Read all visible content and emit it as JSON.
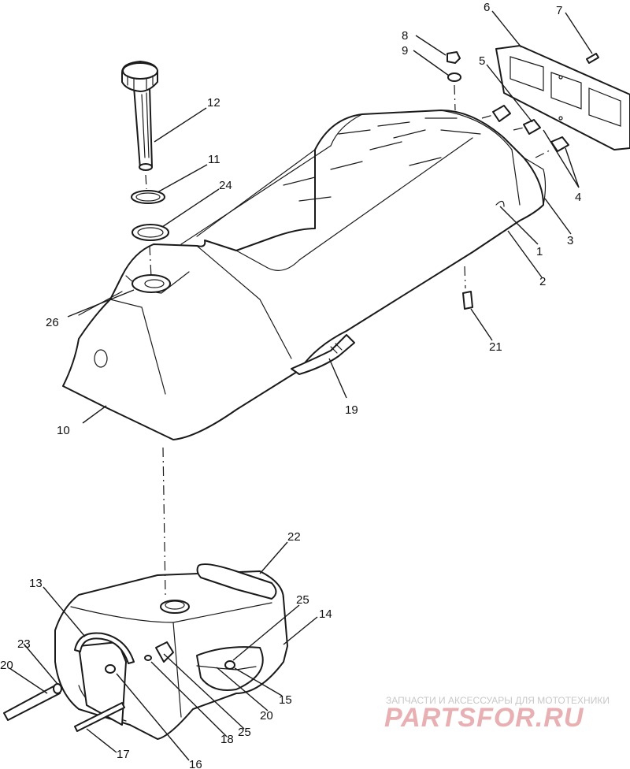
{
  "labels": {
    "l1": "1",
    "l2": "2",
    "l3": "3",
    "l4": "4",
    "l5": "5",
    "l6": "6",
    "l7": "7",
    "l8": "8",
    "l9": "9",
    "l10": "10",
    "l11": "11",
    "l12": "12",
    "l13": "13",
    "l14": "14",
    "l15": "15",
    "l16": "16",
    "l17": "17",
    "l18": "18",
    "l19": "19",
    "l20a": "20",
    "l20b": "20",
    "l21": "21",
    "l22": "22",
    "l23": "23",
    "l24": "24",
    "l25a": "25",
    "l25b": "25",
    "l26": "26"
  },
  "watermark": {
    "tagline": "ЗАПЧАСТИ И АКСЕССУАРЫ ДЛЯ МОТОТЕХНИКИ",
    "brand": "PARTSFOR.RU",
    "color": "#e8b0b2"
  }
}
